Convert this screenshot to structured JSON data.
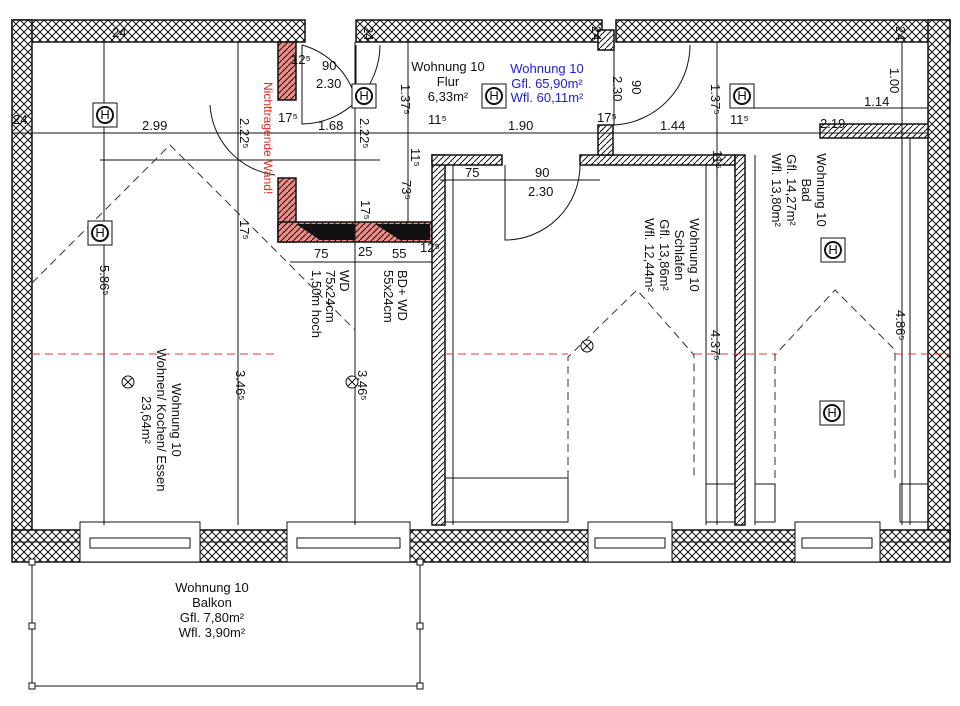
{
  "plan": {
    "apartment_summary": {
      "name": "Wohnung 10",
      "gfl": "Gfl. 65,90m²",
      "wfl": "Wfl. 60,11m²"
    },
    "rooms": {
      "flur": {
        "name": "Wohnung 10",
        "room": "Flur",
        "area": "6,33m²"
      },
      "wohnen": {
        "name": "Wohnung 10",
        "room": "Wohnen/ Kochen/ Essen",
        "area": "23,64m²"
      },
      "schlafen": {
        "name": "Wohnung 10",
        "room": "Schlafen",
        "gfl": "Gfl. 13,86m²",
        "wfl": "Wfl. 12,44m²"
      },
      "bad": {
        "name": "Wohnung 10",
        "room": "Bad",
        "gfl": "Gfl. 14,27m²",
        "wfl": "Wfl. 13,80m²"
      },
      "balkon": {
        "name": "Wohnung 10",
        "room": "Balkon",
        "gfl": "Gfl. 7,80m²",
        "wfl": "Wfl. 3,90m²"
      }
    },
    "notes": {
      "nonbearing_wall": "Nichttragende Wand!",
      "wd1_a": "WD",
      "wd1_b": "75x24cm",
      "wd1_c": "1,50m hoch",
      "wd2_a": "BD+ WD",
      "wd2_b": "55x24cm"
    },
    "heater_symbol": "H",
    "dims": [
      "24",
      "24",
      "24",
      "24",
      "24",
      "90",
      "2.30",
      "12⁵",
      "17⁵",
      "1.68",
      "2.22⁵",
      "2.22⁵",
      "2.99",
      "1.37⁵",
      "11⁵",
      "1.90",
      "17⁵",
      "1.44",
      "2.30",
      "90",
      "1.37⁵",
      "11⁵",
      "1.14",
      "1.00",
      "2.19",
      "11⁵",
      "11⁵",
      "73⁵",
      "17⁵",
      "75",
      "25",
      "55",
      "12⁵",
      "75",
      "90",
      "2.30",
      "17⁵",
      "5.86⁵",
      "3.46⁵",
      "3.46⁵",
      "4.37⁵",
      "4.86⁵"
    ]
  }
}
